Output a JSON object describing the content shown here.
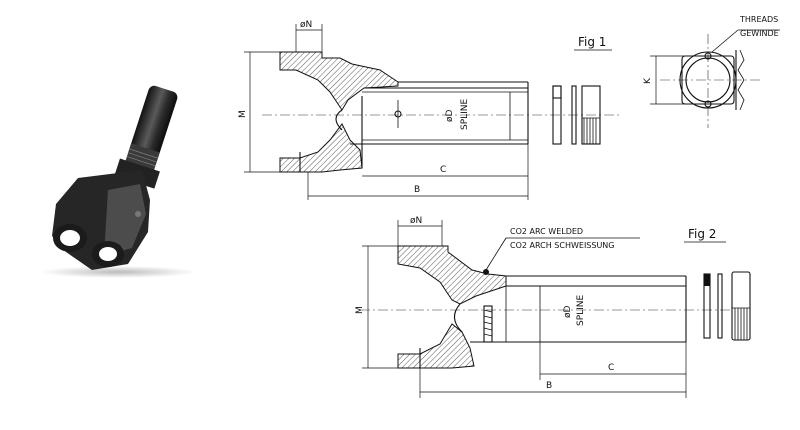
{
  "fig1": {
    "title": "Fig 1",
    "dims": {
      "n": "øN",
      "m": "M",
      "d": "øD",
      "spline": "SPLINE",
      "c": "C",
      "b": "B",
      "k": "K"
    },
    "threads": [
      "THREADS",
      "GEWINDE"
    ]
  },
  "fig2": {
    "title": "Fig 2",
    "weld": [
      "CO2 ARC WELDED",
      "CO2 ARCH SCHWEISSUNG"
    ],
    "dims": {
      "n": "øN",
      "m": "M",
      "d": "øD",
      "spline": "SPLINE",
      "c": "C",
      "b": "B"
    }
  },
  "colors": {
    "ink": "#111111",
    "part_dark": "#2a2a2a",
    "part_light": "#6a6a6a"
  }
}
